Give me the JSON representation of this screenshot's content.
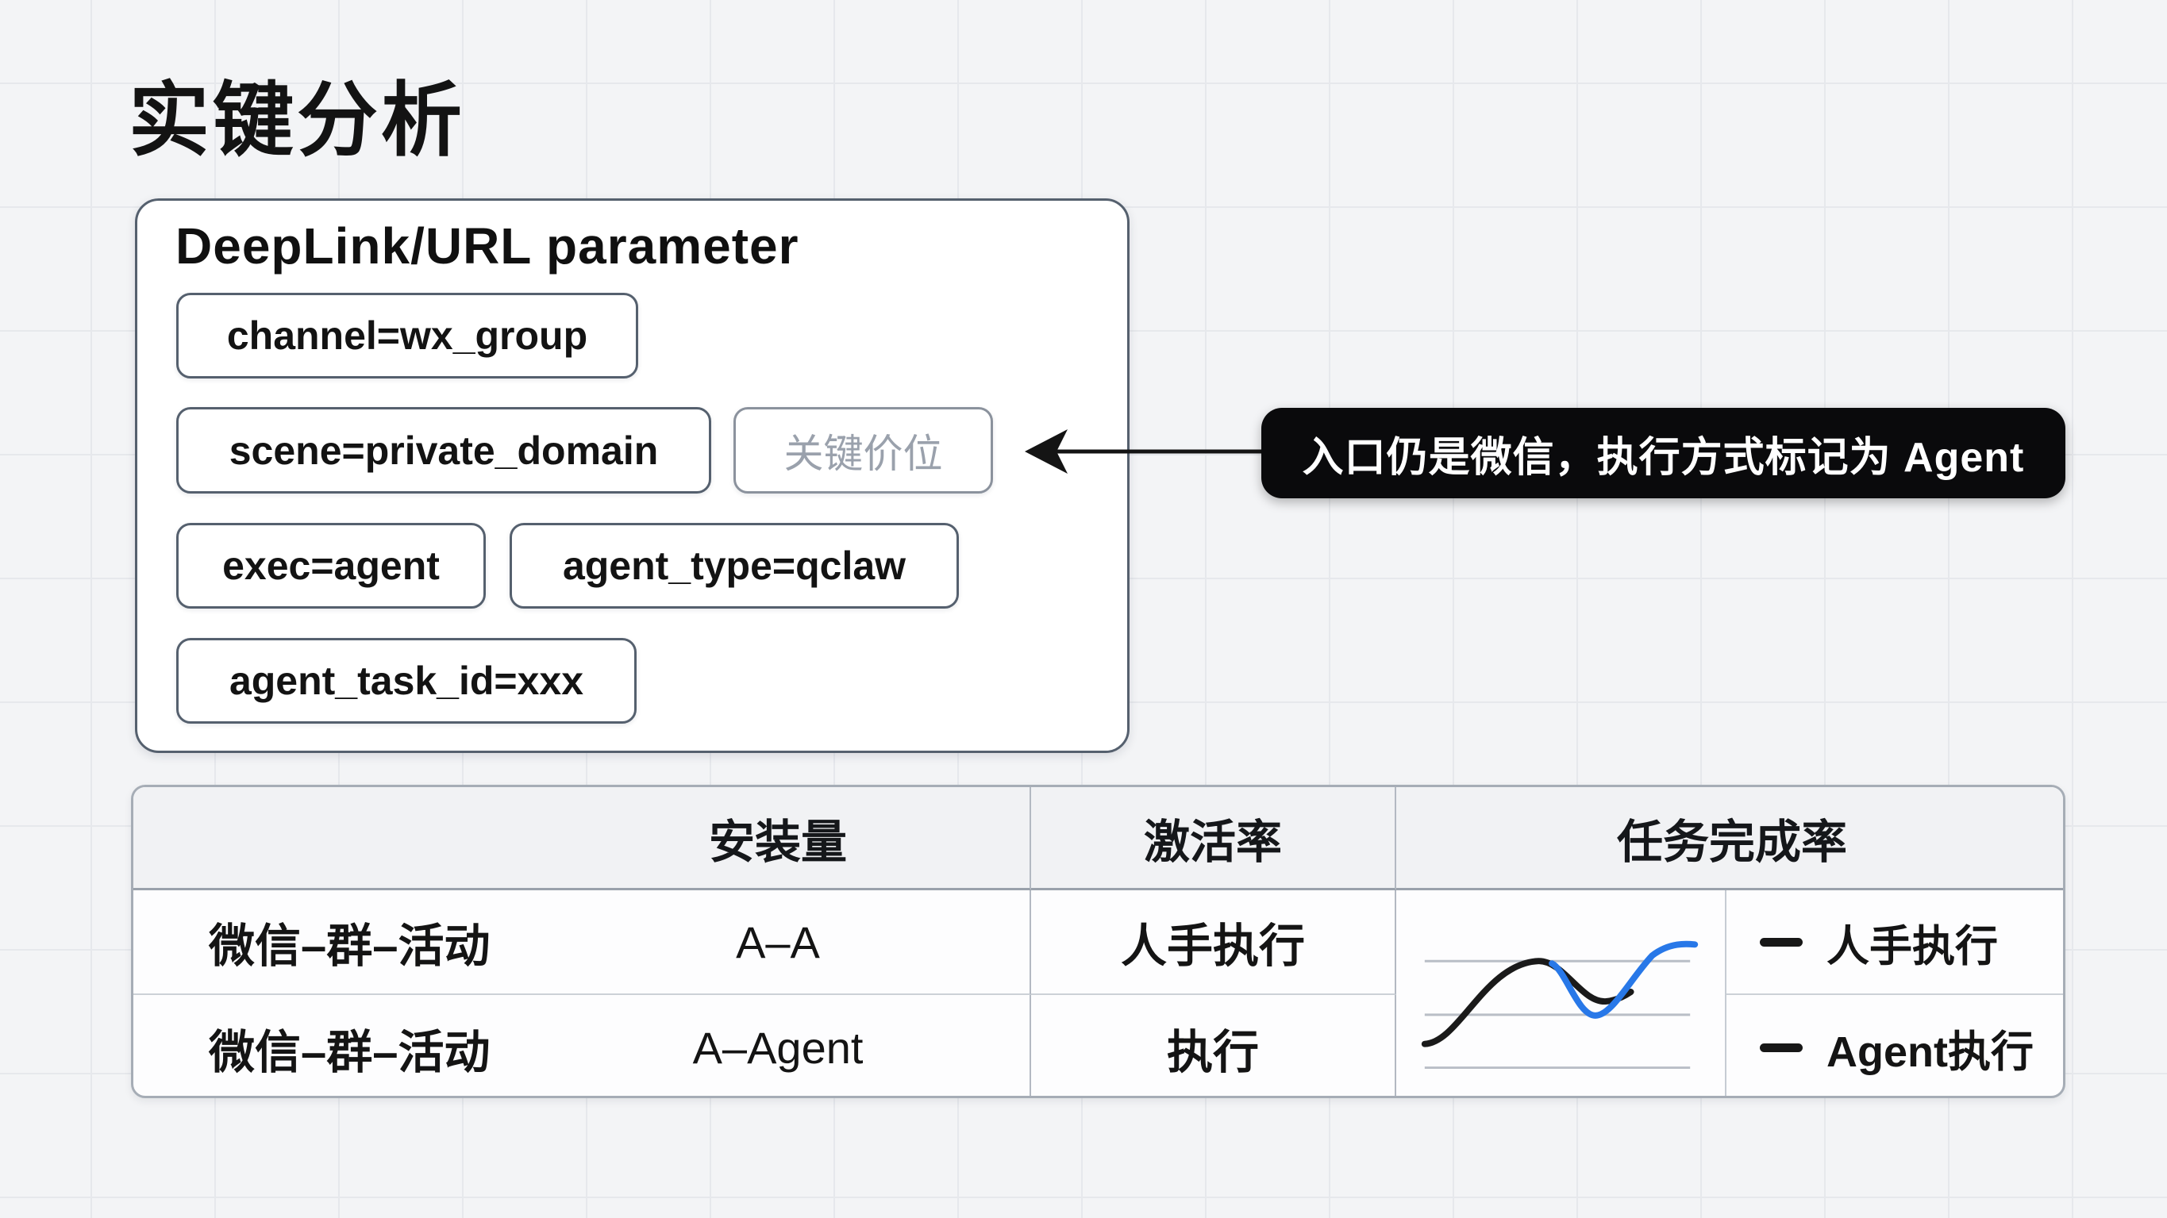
{
  "page": {
    "title": "实键分析"
  },
  "card": {
    "title": "DeepLink/URL parameter",
    "chips": [
      {
        "label": "channel=wx_group"
      },
      {
        "label": "scene=private_domain"
      },
      {
        "label": "关键价位",
        "muted": true
      },
      {
        "label": "exec=agent"
      },
      {
        "label": "agent_type=qclaw"
      },
      {
        "label": "agent_task_id=xxx"
      }
    ]
  },
  "callout": {
    "text": "入口仍是微信，执行方式标记为 Agent"
  },
  "table": {
    "headers": {
      "label": "",
      "install": "安装量",
      "activation": "激活率",
      "completion": "任务完成率"
    },
    "rows": [
      {
        "label": "微信–群–活动",
        "install": "A–A",
        "activation": "人手执行"
      },
      {
        "label": "微信–群–活动",
        "install": "A–Agent",
        "activation": "执行"
      }
    ],
    "legend": [
      {
        "label": "人手执行"
      },
      {
        "label": "Agent执行"
      }
    ]
  },
  "chart_data": {
    "type": "line",
    "title": "任务完成率 sparkline (unlabeled axes, values normalized to gridlines 0–1)",
    "grid": "3 horizontal gridlines",
    "legend_position": "right",
    "series": [
      {
        "name": "人手执行",
        "color": "#1a1a1a",
        "x": [
          0.0,
          0.1,
          0.2,
          0.3,
          0.38,
          0.43,
          0.5,
          0.57,
          0.63,
          0.69
        ],
        "y": [
          0.22,
          0.28,
          0.55,
          0.88,
          1.0,
          0.98,
          0.78,
          0.62,
          0.62,
          0.71
        ]
      },
      {
        "name": "Agent执行",
        "color": "#2878e8",
        "x": [
          0.43,
          0.5,
          0.56,
          0.62,
          0.7,
          0.78,
          0.88,
          1.0
        ],
        "y": [
          0.97,
          0.76,
          0.5,
          0.49,
          0.75,
          1.05,
          1.16,
          1.15
        ]
      }
    ]
  },
  "colors": {
    "accent_blue": "#2878e8",
    "line_black": "#1a1a1a",
    "callout_bg": "#0a0a0c"
  }
}
